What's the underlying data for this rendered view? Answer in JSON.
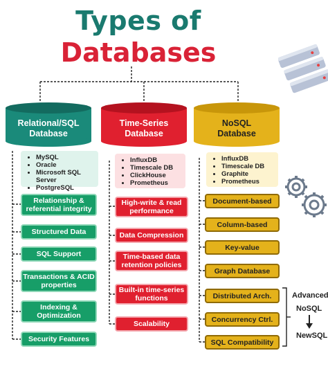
{
  "title": {
    "line1": "Types of",
    "line2": "Databases"
  },
  "colors": {
    "relational": "#1a8a7a",
    "timeseries": "#e0202f",
    "nosql": "#e4b21b",
    "title_green": "#1a7a6f",
    "title_red": "#d92236"
  },
  "relational": {
    "label_line1": "Relational/SQL",
    "label_line2": "Database",
    "examples": [
      "MySQL",
      "Oracle",
      "Microsoft SQL Server",
      "PostgreSQL"
    ],
    "features": [
      "Relationship & referential integrity",
      "Structured Data",
      "SQL Support",
      "Transactions & ACID properties",
      "Indexing & Optimization",
      "Security Features"
    ]
  },
  "timeseries": {
    "label_line1": "Time-Series",
    "label_line2": "Database",
    "examples": [
      "InfluxDB",
      "Timescale DB",
      "ClickHouse",
      "Prometheus"
    ],
    "features": [
      "High-write & read performance",
      "Data Compression",
      "Time-based data retention policies",
      "Built-in time-series functions",
      "Scalability"
    ]
  },
  "nosql": {
    "label_line1": "NoSQL",
    "label_line2": "Database",
    "examples": [
      "InfluxDB",
      "Timescale DB",
      "Graphite",
      "Prometheus"
    ],
    "features": [
      "Document-based",
      "Column-based",
      "Key-value",
      "Graph Database",
      "Distributed Arch.",
      "Concurrency Ctrl.",
      "SQL Compatibility"
    ]
  },
  "evolution": {
    "from_line1": "Advanced",
    "from_line2": "NoSQL",
    "to": "NewSQL"
  },
  "icons": [
    "database-server-icon",
    "gears-icon",
    "arrow-down-icon"
  ]
}
